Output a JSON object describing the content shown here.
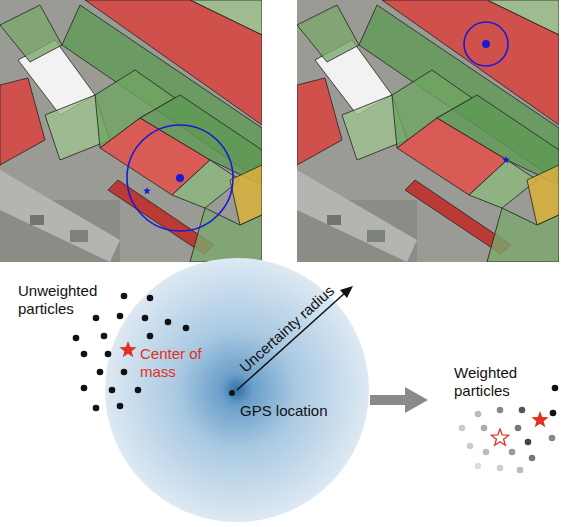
{
  "diagram": {
    "labels": [
      "Unweighted particles",
      "Center of mass",
      "Uncertainty radius",
      "GPS location",
      "Weighted particles"
    ]
  }
}
